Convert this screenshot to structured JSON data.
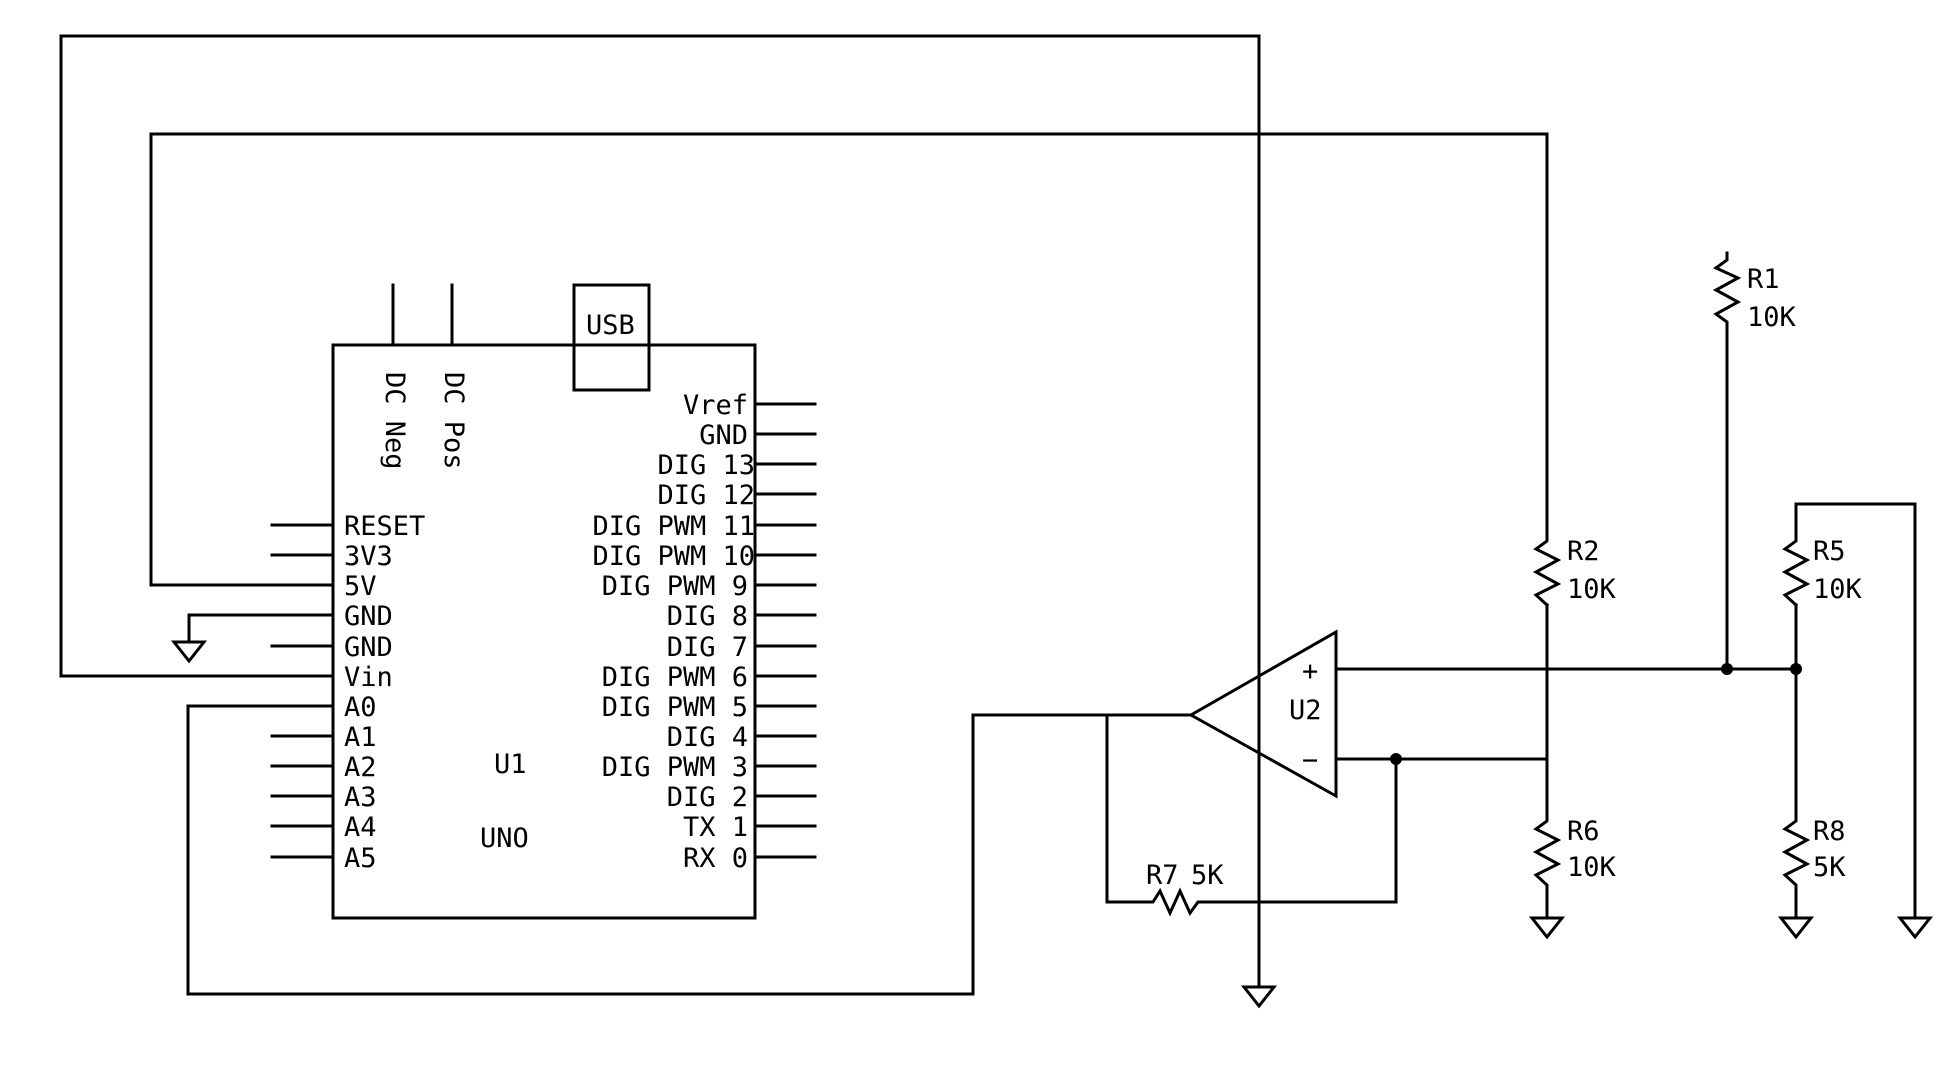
{
  "arduino": {
    "ref": "U1",
    "value": "UNO",
    "usb_label": "USB",
    "top_pins": [
      "DC Neg",
      "DC Pos"
    ],
    "left_pins": [
      "RESET",
      "3V3",
      "5V",
      "GND",
      "GND",
      "Vin",
      "A0",
      "A1",
      "A2",
      "A3",
      "A4",
      "A5"
    ],
    "right_pins": [
      "Vref",
      "GND",
      "DIG 13",
      "DIG 12",
      "DIG PWM 11",
      "DIG PWM 10",
      "DIG PWM 9",
      "DIG 8",
      "DIG 7",
      "DIG PWM 6",
      "DIG PWM 5",
      "DIG 4",
      "DIG PWM 3",
      "DIG 2",
      "TX 1",
      "RX 0"
    ]
  },
  "opamp": {
    "ref": "U2",
    "plus": "+",
    "minus": "−"
  },
  "resistors": [
    {
      "ref": "R1",
      "value": "10K"
    },
    {
      "ref": "R2",
      "value": "10K"
    },
    {
      "ref": "R5",
      "value": "10K"
    },
    {
      "ref": "R6",
      "value": "10K"
    },
    {
      "ref": "R7",
      "value": "5K"
    },
    {
      "ref": "R8",
      "value": "5K"
    }
  ]
}
